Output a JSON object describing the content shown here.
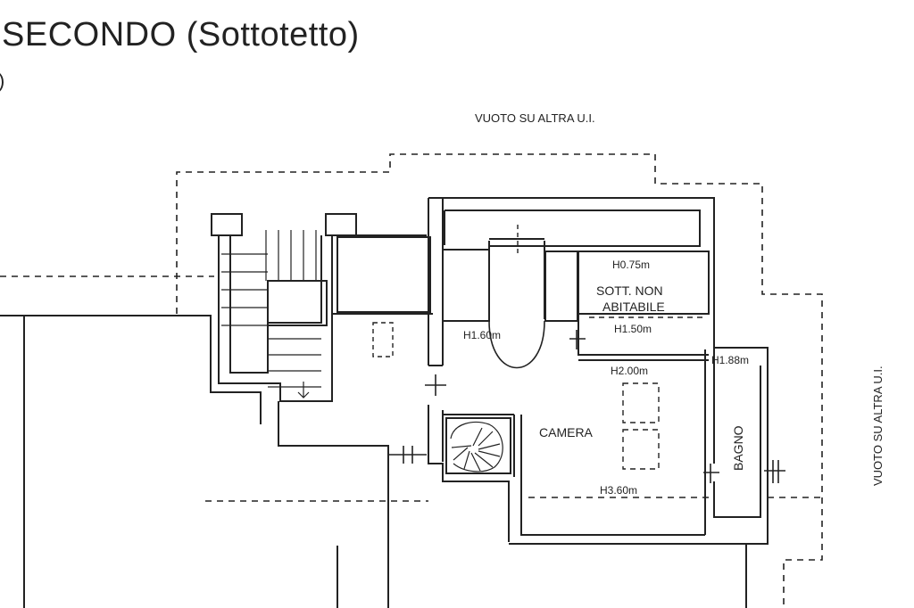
{
  "title": "SECONDO (Sottotetto)",
  "subtitle_fragment": ")",
  "labels": {
    "vuoto_top": "VUOTO SU ALTRA U.I.",
    "vuoto_right": "VUOTO SU ALTRA U.I.",
    "h075": "H0.75m",
    "sott_line1": "SOTT. NON",
    "sott_line2": "ABITABILE",
    "h150": "H1.50m",
    "h160": "H1.60m",
    "h200": "H2.00m",
    "h188": "H1.88m",
    "camera": "CAMERA",
    "bagno": "BAGNO",
    "h360": "H3.60m"
  }
}
